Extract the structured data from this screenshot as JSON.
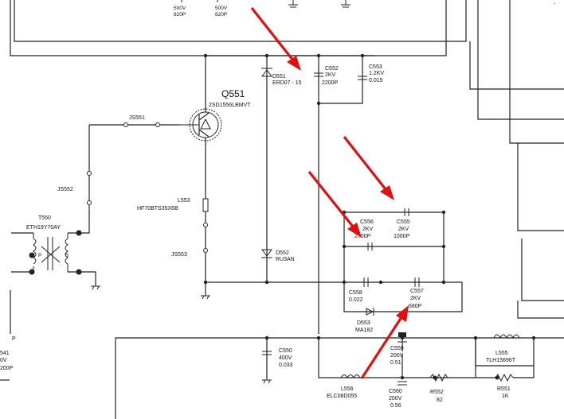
{
  "components": {
    "c_top_left": {
      "line1": "500V",
      "line2": "820P"
    },
    "c_top_right": {
      "line1": "500V",
      "line2": "820P"
    },
    "q551": {
      "ref": "Q551",
      "part": "2SD1556LBMVT"
    },
    "d551": {
      "ref": "D551",
      "part": "ERD07 - 15"
    },
    "c552": {
      "ref": "C552",
      "line1": "2KV",
      "line2": "2200P"
    },
    "c553": {
      "ref": "C553",
      "line1": "1.2KV",
      "line2": "0.015"
    },
    "js551": {
      "ref": "JS551"
    },
    "js552": {
      "ref": "JS552"
    },
    "js553": {
      "ref": "JS553"
    },
    "t550": {
      "ref": "T550",
      "part": "ETH19Y70AY",
      "pin_p": "P",
      "pin_s": "S"
    },
    "l553": {
      "ref": "L553",
      "part": "HF70BTS35X6B"
    },
    "d552": {
      "ref": "D552",
      "part": "RU3AN"
    },
    "c556": {
      "ref": "C556",
      "line1": "2KV",
      "line2": "2700P"
    },
    "c555": {
      "ref": "C555",
      "line1": "2KV",
      "line2": "1000P"
    },
    "c558": {
      "ref": "C558",
      "line1": "0.022"
    },
    "c557": {
      "ref": "C557",
      "line1": "2KV",
      "line2": "680P"
    },
    "d553": {
      "ref": "D553",
      "part": "MA182"
    },
    "c550": {
      "ref": "C550",
      "line1": "400V",
      "line2": "0.033"
    },
    "c559": {
      "ref": "C559",
      "line1": "200V",
      "line2": "0.51"
    },
    "c560": {
      "ref": "C560",
      "line1": "200V",
      "line2": "0.56"
    },
    "l556": {
      "ref": "L556",
      "part": "ELC08D055"
    },
    "r552": {
      "ref": "R552",
      "value": "82"
    },
    "l555": {
      "ref": "L555",
      "part": "TLH15696T"
    },
    "r551": {
      "ref": "R551",
      "value": "1K"
    },
    "c541": {
      "line1": "541",
      "line2": "0V",
      "line3": "200P"
    },
    "left_p": {
      "text": "P"
    }
  },
  "arrows": {
    "color": "#e01010"
  }
}
